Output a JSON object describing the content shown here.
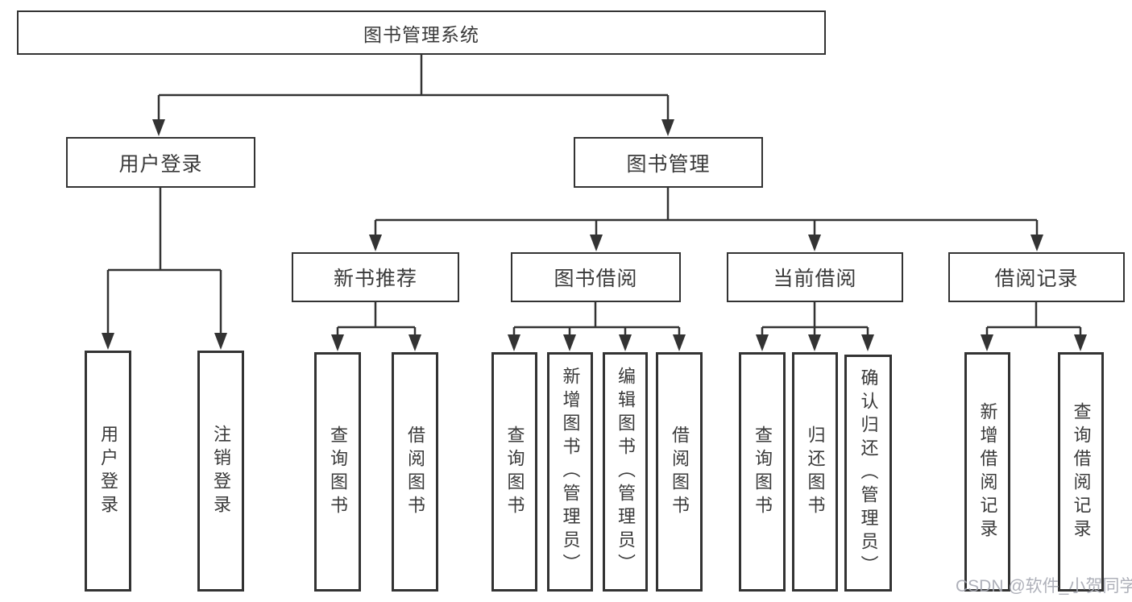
{
  "diagram": {
    "root": "图书管理系统",
    "user_login": {
      "label": "用户登录",
      "leaves": [
        "用户登录",
        "注销登录"
      ]
    },
    "book_mgmt": {
      "label": "图书管理",
      "children": [
        {
          "label": "新书推荐",
          "leaves": [
            "查询图书",
            "借阅图书"
          ]
        },
        {
          "label": "图书借阅",
          "leaves": [
            "查询图书",
            "新增图书（管理员）",
            "编辑图书（管理员）",
            "借阅图书"
          ]
        },
        {
          "label": "当前借阅",
          "leaves": [
            "查询图书",
            "归还图书",
            "确认归还（管理员）"
          ]
        },
        {
          "label": "借阅记录",
          "leaves": [
            "新增借阅记录",
            "查询借阅记录"
          ]
        }
      ]
    }
  },
  "watermark": "CSDN @软件_小贺同学",
  "colors": {
    "line": "#333333",
    "box_border": "#333333",
    "text": "#3a3a3a",
    "watermark": "#a6a8b2",
    "background": "#ffffff"
  }
}
